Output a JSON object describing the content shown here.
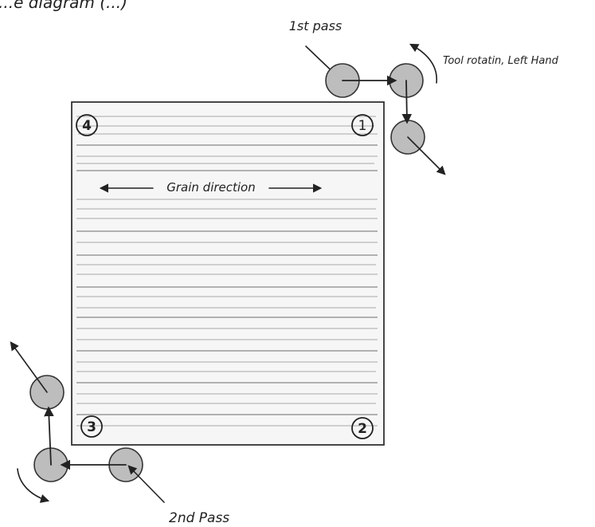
{
  "heading": "...e diagram (...)",
  "labels": {
    "first_pass": "1st pass",
    "second_pass": "2nd Pass",
    "tool_rotation": "Tool rotatin, Left Hand",
    "grain_direction": "Grain direction"
  },
  "corners": {
    "c1": "1",
    "c2": "2",
    "c3": "3",
    "c4": "4"
  },
  "colors": {
    "ink": "#222222",
    "tool_fill": "#bdbdbd",
    "grain": "#a8a8a8"
  }
}
